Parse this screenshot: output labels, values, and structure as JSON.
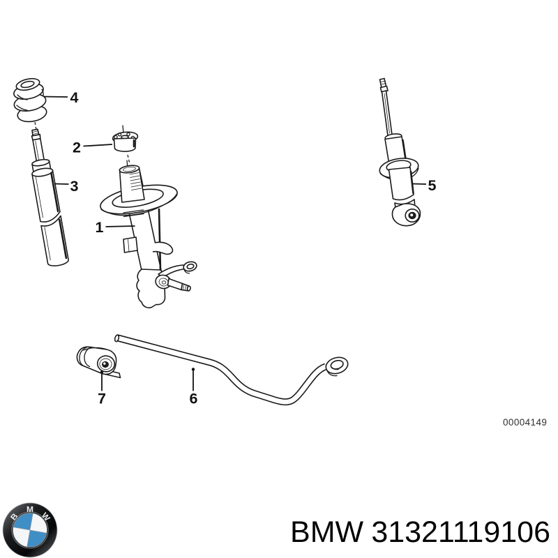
{
  "diagram": {
    "drawing_number": "00004149",
    "callouts": [
      "1",
      "2",
      "3",
      "4",
      "5",
      "6",
      "7"
    ]
  },
  "footer": {
    "brand": "BMW",
    "part_number": "31321119106"
  },
  "logo": {
    "letters": [
      "B",
      "M",
      "W"
    ],
    "roundel_blue": "#3f8ec6"
  }
}
